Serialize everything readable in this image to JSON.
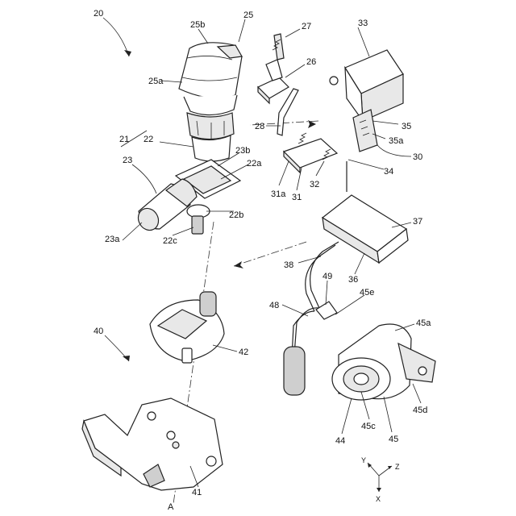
{
  "figure": {
    "labels": {
      "l20": "20",
      "l25": "25",
      "l25b": "25b",
      "l25a": "25a",
      "l27": "27",
      "l26": "26",
      "l33": "33",
      "l21": "21",
      "l22": "22",
      "l23": "23",
      "l23b": "23b",
      "l22a": "22a",
      "l28": "28",
      "l35": "35",
      "l35a": "35a",
      "l30": "30",
      "l31a": "31a",
      "l31": "31",
      "l32": "32",
      "l34": "34",
      "l23a": "23a",
      "l22c": "22c",
      "l22b": "22b",
      "l37": "37",
      "l38": "38",
      "l49": "49",
      "l36": "36",
      "l45e": "45e",
      "l48": "48",
      "l45a": "45a",
      "l40": "40",
      "l42": "42",
      "l45d": "45d",
      "l44": "44",
      "l45c": "45c",
      "l45": "45",
      "l41": "41",
      "lA": "A"
    },
    "axes": {
      "y": "Y",
      "z": "Z",
      "x": "X"
    }
  }
}
